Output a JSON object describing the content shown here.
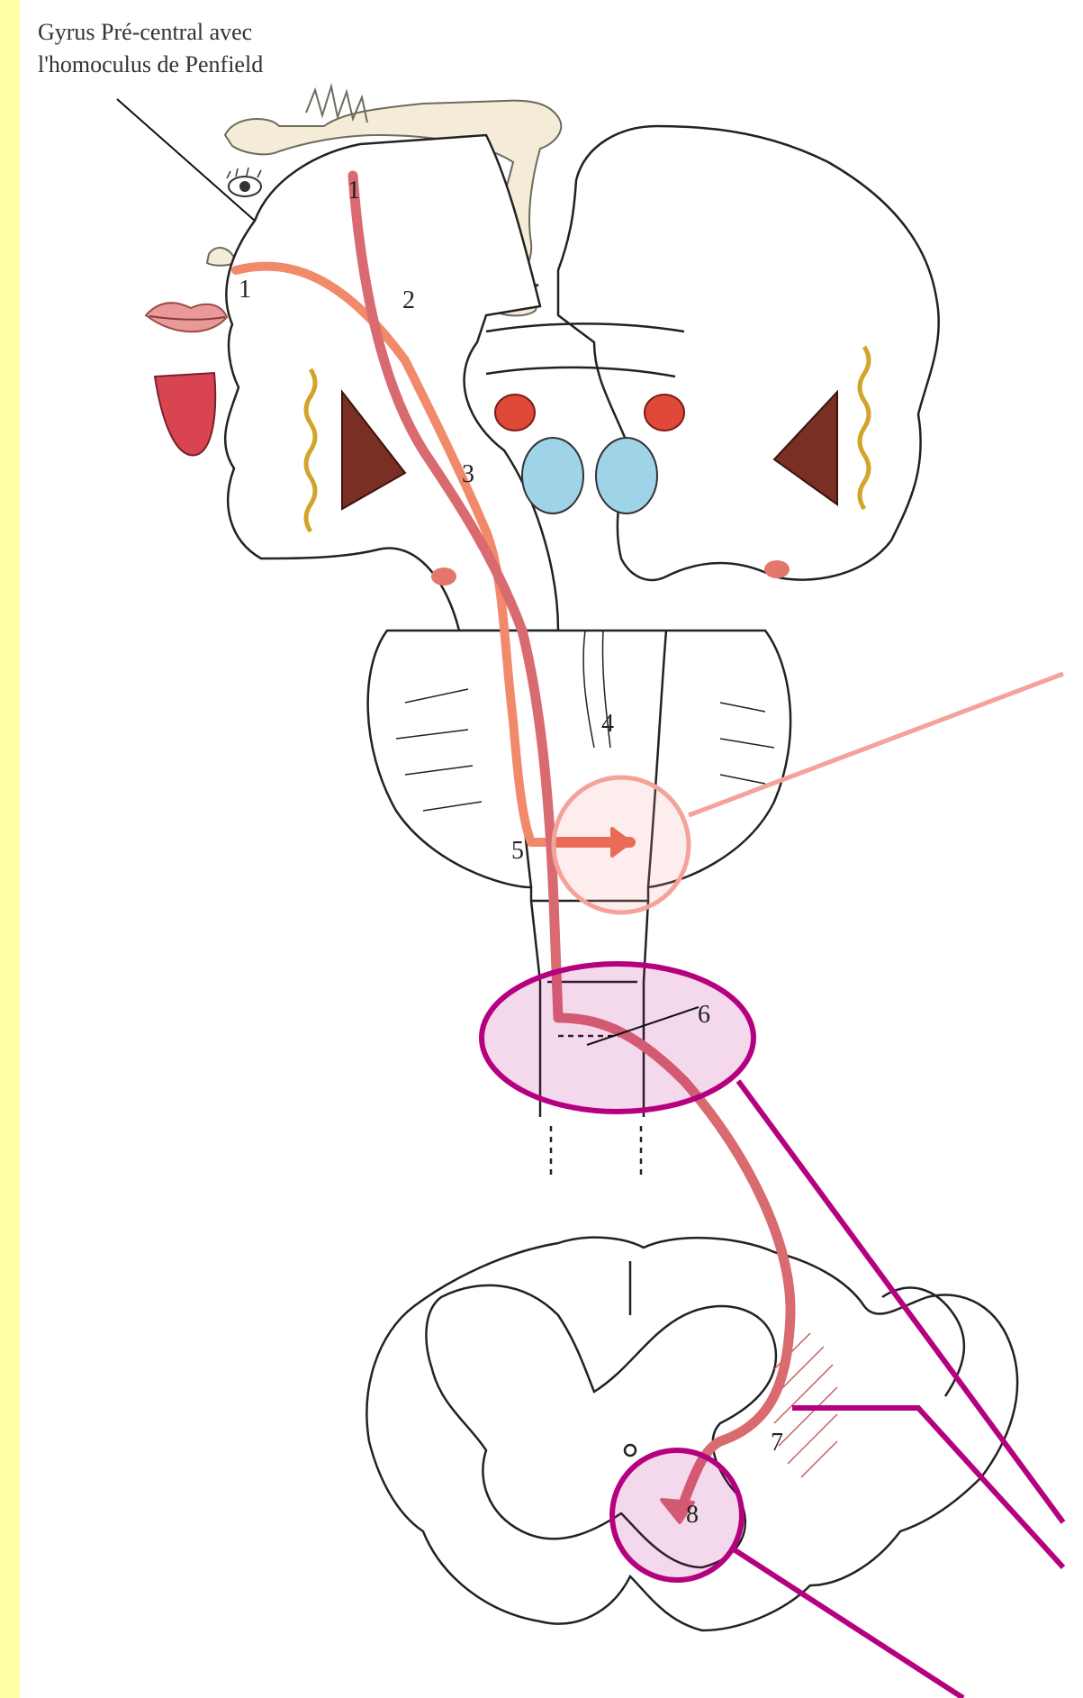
{
  "title": "Gyrus Pré-central avec\nl'homoculus de Penfield",
  "labels": [
    "1",
    "1",
    "2",
    "3",
    "4",
    "5",
    "6",
    "7",
    "8"
  ],
  "colors": {
    "background": "#ffffa8",
    "pathway_upper": "#f08a6a",
    "pathway_main": "#d96a70",
    "highlight_pink": "#f4a29a",
    "highlight_magenta": "#b5007f",
    "ventricle_blue": "#9fd3e8",
    "nucleus_red": "#e04838",
    "putamen_brown": "#7a2f25",
    "insula_yellow": "#d2a42a"
  },
  "icons": [
    "eye-icon",
    "lips-icon",
    "tongue-icon",
    "hand-icon",
    "foot-icon"
  ]
}
